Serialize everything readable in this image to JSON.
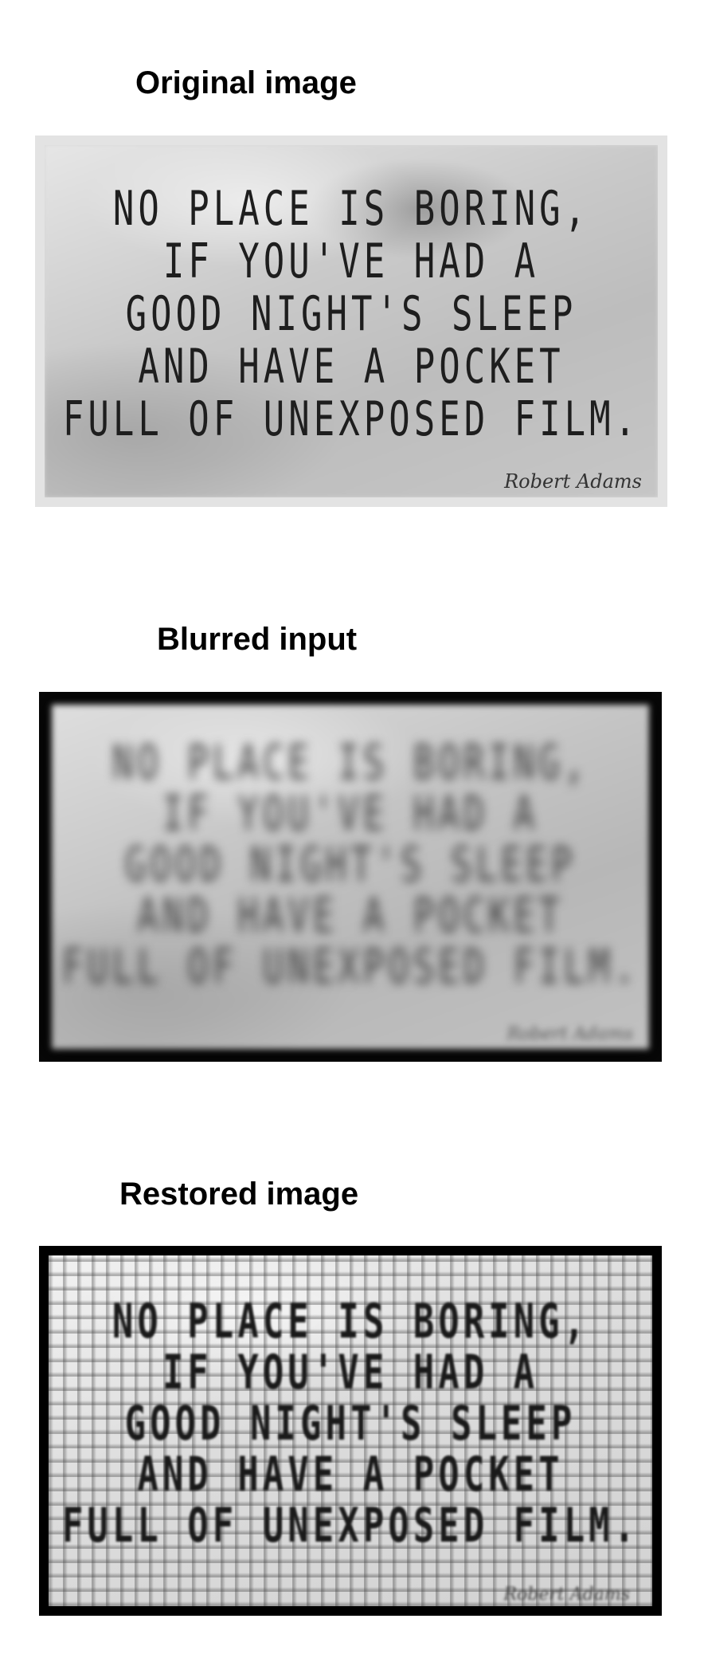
{
  "panels": {
    "original": {
      "title": "Original image",
      "quote_lines": [
        "NO PLACE IS BORING,",
        "IF YOU'VE HAD A",
        "GOOD NIGHT'S SLEEP",
        "AND HAVE A POCKET",
        "FULL OF UNEXPOSED FILM."
      ],
      "signature": "Robert Adams"
    },
    "blurred": {
      "title": "Blurred input"
    },
    "restored": {
      "title": "Restored image"
    }
  }
}
